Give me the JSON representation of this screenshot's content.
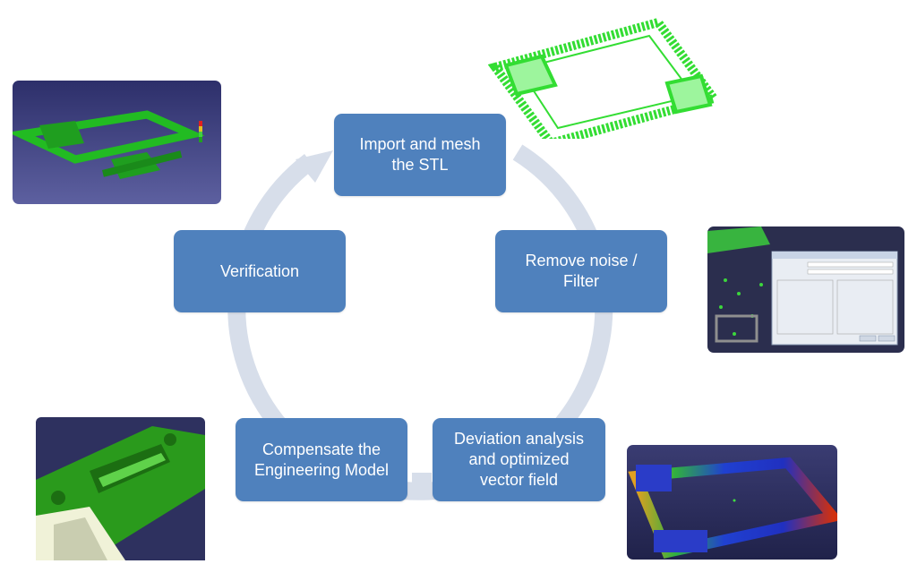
{
  "diagram": {
    "steps": [
      {
        "id": "import",
        "label": "Import and mesh\nthe STL"
      },
      {
        "id": "remove-noise",
        "label": "Remove noise /\nFilter"
      },
      {
        "id": "deviation",
        "label": "Deviation analysis\nand optimized\nvector field"
      },
      {
        "id": "compensate",
        "label": "Compensate the\nEngineering Model"
      },
      {
        "id": "verification",
        "label": "Verification"
      }
    ],
    "colors": {
      "box": "#4f81bd",
      "box_text": "#ffffff",
      "ring": "#d7deea",
      "mesh_green": "#33dd33",
      "panel_navy": "#2f3166"
    }
  }
}
